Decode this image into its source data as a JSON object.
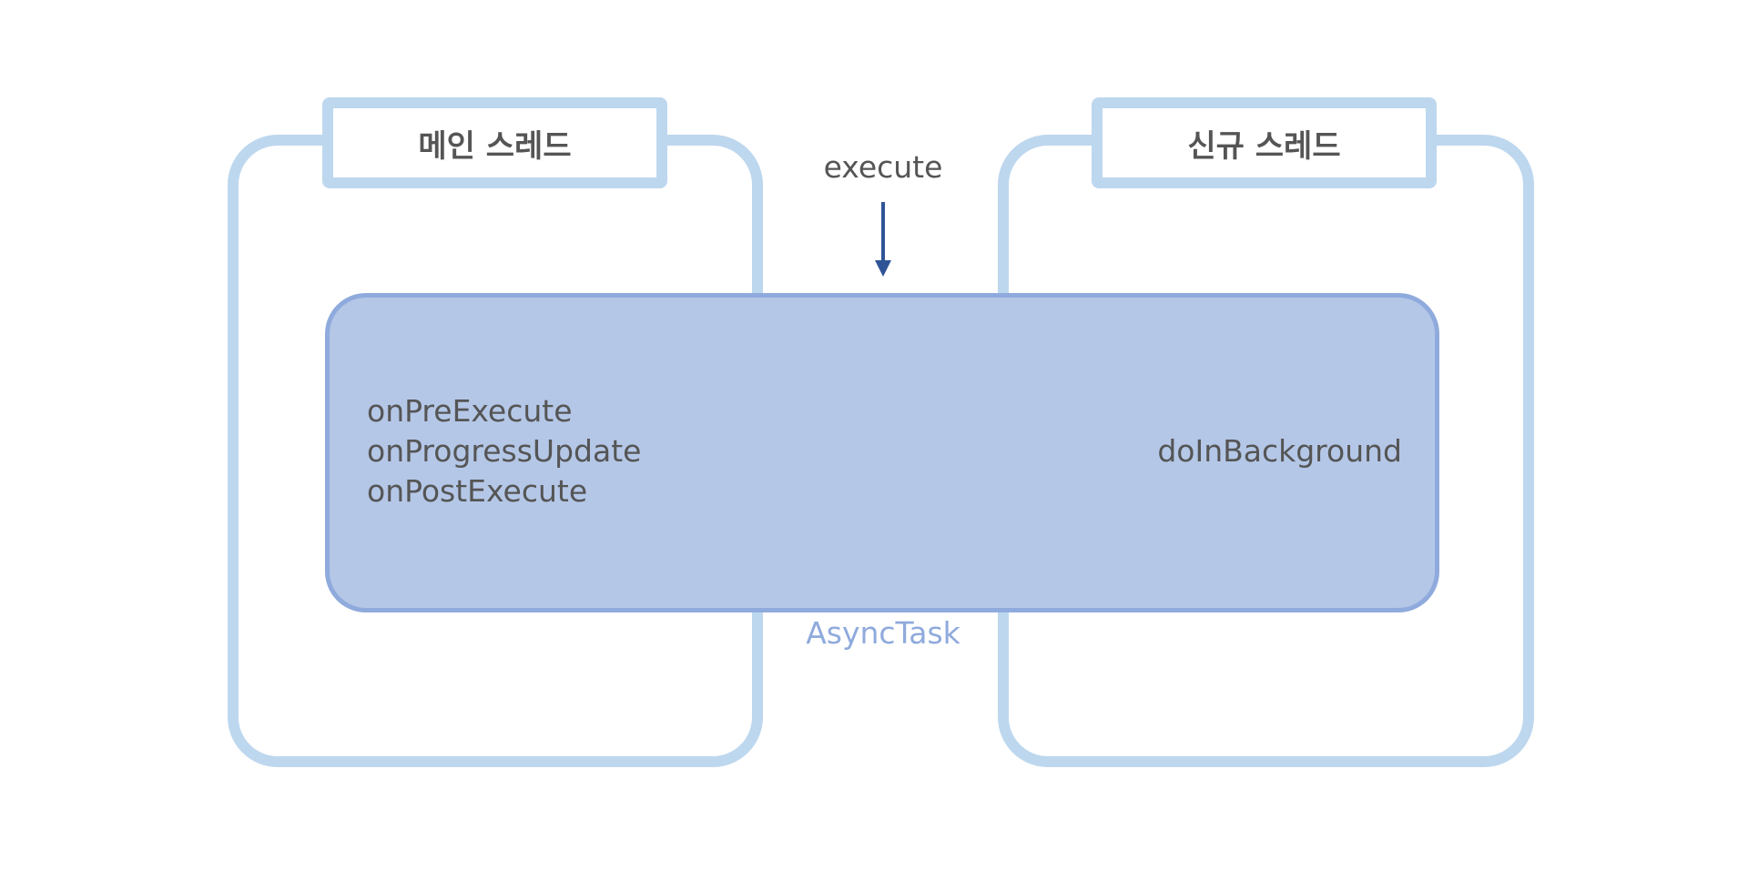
{
  "main_thread": {
    "title": "메인 스레드",
    "methods": [
      "onPreExecute",
      "onProgressUpdate",
      "onPostExecute"
    ]
  },
  "new_thread": {
    "title": "신규 스레드",
    "methods": [
      "doInBackground"
    ]
  },
  "execute": {
    "label": "execute"
  },
  "async_task": {
    "label": "AsyncTask"
  },
  "colors": {
    "thread_border": "#bdd7ee",
    "async_fill": "#b4c7e7",
    "async_border": "#8faadc",
    "arrow": "#2f5597",
    "text": "#555555",
    "async_label": "#8faadc"
  }
}
